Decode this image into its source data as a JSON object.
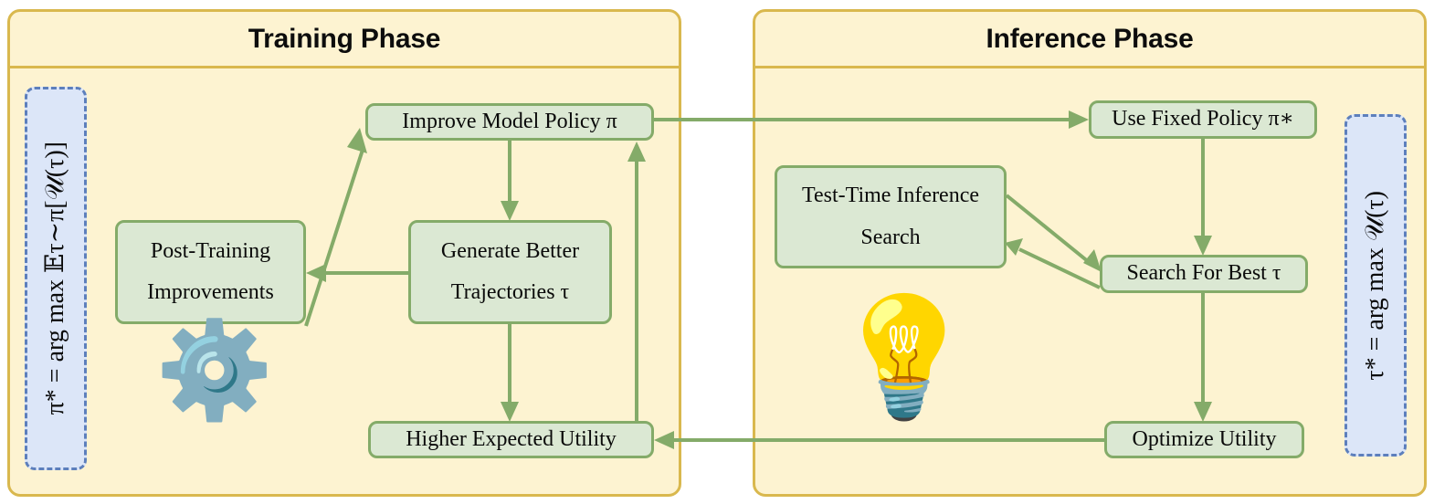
{
  "figure": {
    "type": "flowchart-diagram",
    "title_left": "Training Phase",
    "title_right": "Inference Phase",
    "colors": {
      "panel_fill": "#fdf3d1",
      "panel_border": "#d9b84e",
      "node_fill": "#dbe8d3",
      "node_border": "#84ab69",
      "arrow": "#84ab69",
      "formula_fill": "#dce6f8",
      "formula_border": "#5d7fbc",
      "text": "#0a0a0a"
    }
  },
  "training_panel": {
    "header": "Training Phase",
    "formula": "π* = arg max 𝔼τ∼π[𝒰(τ)]",
    "formula_subscript": "π",
    "gear_icon": "⚙️",
    "nodes": {
      "improve_policy": "Improve Model Policy π",
      "post_training_line1": "Post-Training",
      "post_training_line2": "Improvements",
      "generate_line1": "Generate Better",
      "generate_line2": "Trajectories τ",
      "higher_utility": "Higher Expected Utility"
    }
  },
  "inference_panel": {
    "header": "Inference Phase",
    "formula": "τ* = arg max 𝒰(τ)",
    "formula_subscript": "τ",
    "bulb_icon": "💡",
    "nodes": {
      "use_fixed_policy": "Use Fixed Policy π∗",
      "ttis_line1": "Test-Time Inference",
      "ttis_line2": "Search",
      "search_best": "Search For Best τ",
      "optimize_utility": "Optimize Utility"
    }
  },
  "edges": [
    {
      "from": "improve_policy",
      "to": "generate_trajectories",
      "direction": "down"
    },
    {
      "from": "generate_trajectories",
      "to": "post_training",
      "direction": "left"
    },
    {
      "from": "post_training",
      "to": "improve_policy",
      "direction": "diagonal-up-right"
    },
    {
      "from": "generate_trajectories",
      "to": "higher_utility",
      "direction": "down"
    },
    {
      "from": "higher_utility",
      "to": "improve_policy",
      "direction": "up"
    },
    {
      "from": "improve_policy",
      "to": "use_fixed_policy",
      "direction": "right"
    },
    {
      "from": "use_fixed_policy",
      "to": "search_best",
      "direction": "down"
    },
    {
      "from": "ttis",
      "to": "search_best",
      "direction": "diagonal-down-right"
    },
    {
      "from": "search_best",
      "to": "ttis",
      "direction": "diagonal-up-left"
    },
    {
      "from": "search_best",
      "to": "optimize_utility",
      "direction": "down"
    },
    {
      "from": "optimize_utility",
      "to": "higher_utility",
      "direction": "left"
    }
  ]
}
